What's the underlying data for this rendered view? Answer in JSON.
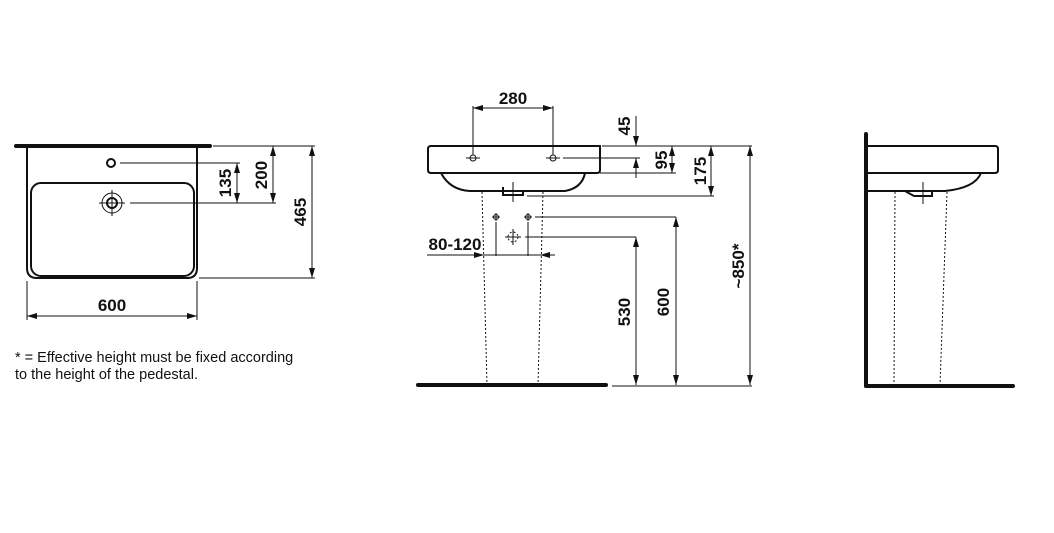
{
  "front_view": {
    "width": "600",
    "depth": "465",
    "tap_to_drain": "135",
    "edge_to_drain": "200"
  },
  "side_view": {
    "hole_spacing": "280",
    "hole_from_top": "45",
    "rim_height": "95",
    "basin_height": "175",
    "pedestal_width": "80-120",
    "supply_height": "600",
    "waste_height": "530",
    "total_height": "~850*"
  },
  "note": {
    "line1": "* = Effective height must be fixed according",
    "line2": "to the height of the pedestal."
  }
}
